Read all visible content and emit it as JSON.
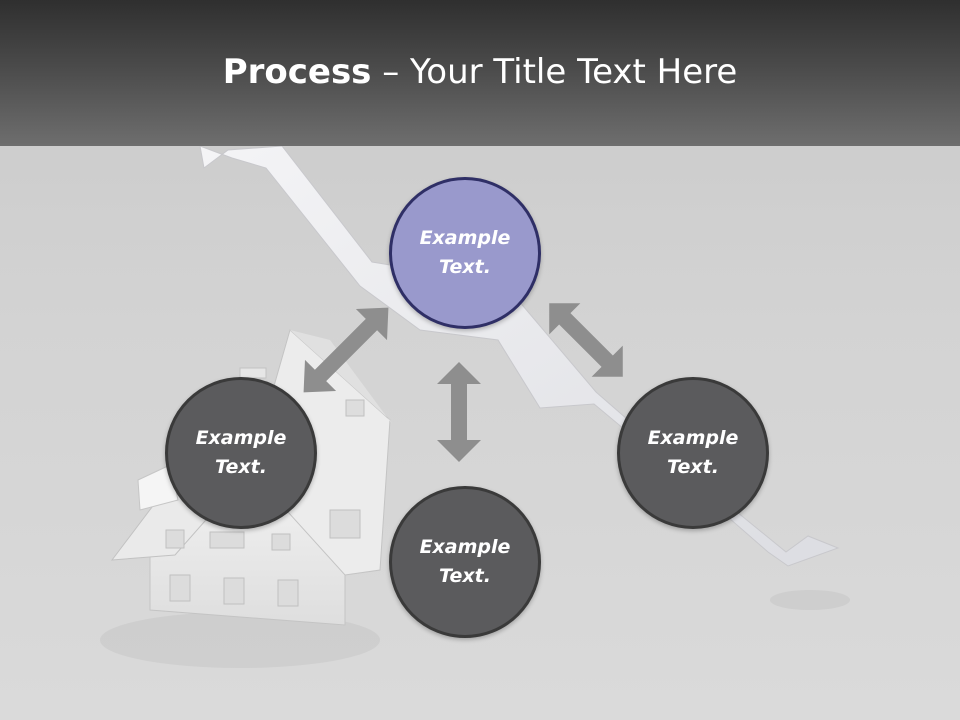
{
  "title": {
    "bold": "Process",
    "rest": " – Your Title Text Here"
  },
  "nodes": [
    {
      "id": "top",
      "text": "Example Text.",
      "highlight": true
    },
    {
      "id": "left",
      "text": "Example Text.",
      "highlight": false
    },
    {
      "id": "right",
      "text": "Example Text.",
      "highlight": false
    },
    {
      "id": "bottom",
      "text": "Example Text.",
      "highlight": false
    }
  ],
  "colors": {
    "node_fill": "#5b5b5d",
    "node_highlight_fill": "#9999cc",
    "node_highlight_border": "#2f2f66",
    "arrow": "#8e8e8e",
    "header": "#3c3c3c"
  },
  "icons": [
    "downtrend-arrow-graphic",
    "house-graphic",
    "double-arrow-icon"
  ]
}
